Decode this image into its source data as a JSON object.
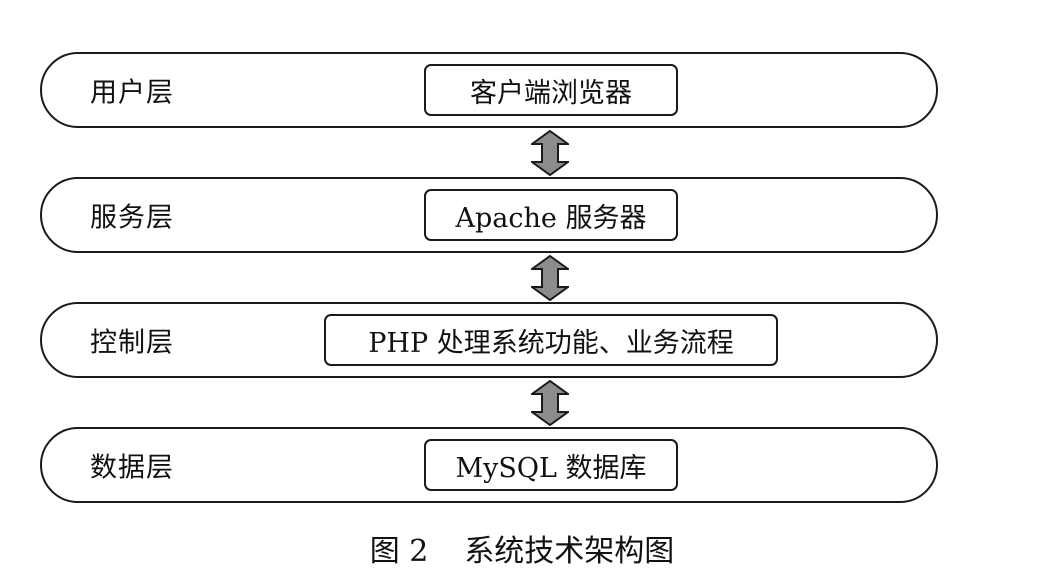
{
  "layers": [
    {
      "label": "用户层",
      "component": "客户端浏览器"
    },
    {
      "label": "服务层",
      "component": "Apache 服务器"
    },
    {
      "label": "控制层",
      "component": "PHP 处理系统功能、业务流程"
    },
    {
      "label": "数据层",
      "component": "MySQL 数据库"
    }
  ],
  "caption": {
    "figure_number": "图 2",
    "title": "系统技术架构图"
  },
  "colors": {
    "stroke": "#1a1a1a",
    "arrow_fill": "#8c8c8c",
    "background": "#ffffff"
  },
  "arrow_icon": "double-headed-vertical-arrow"
}
